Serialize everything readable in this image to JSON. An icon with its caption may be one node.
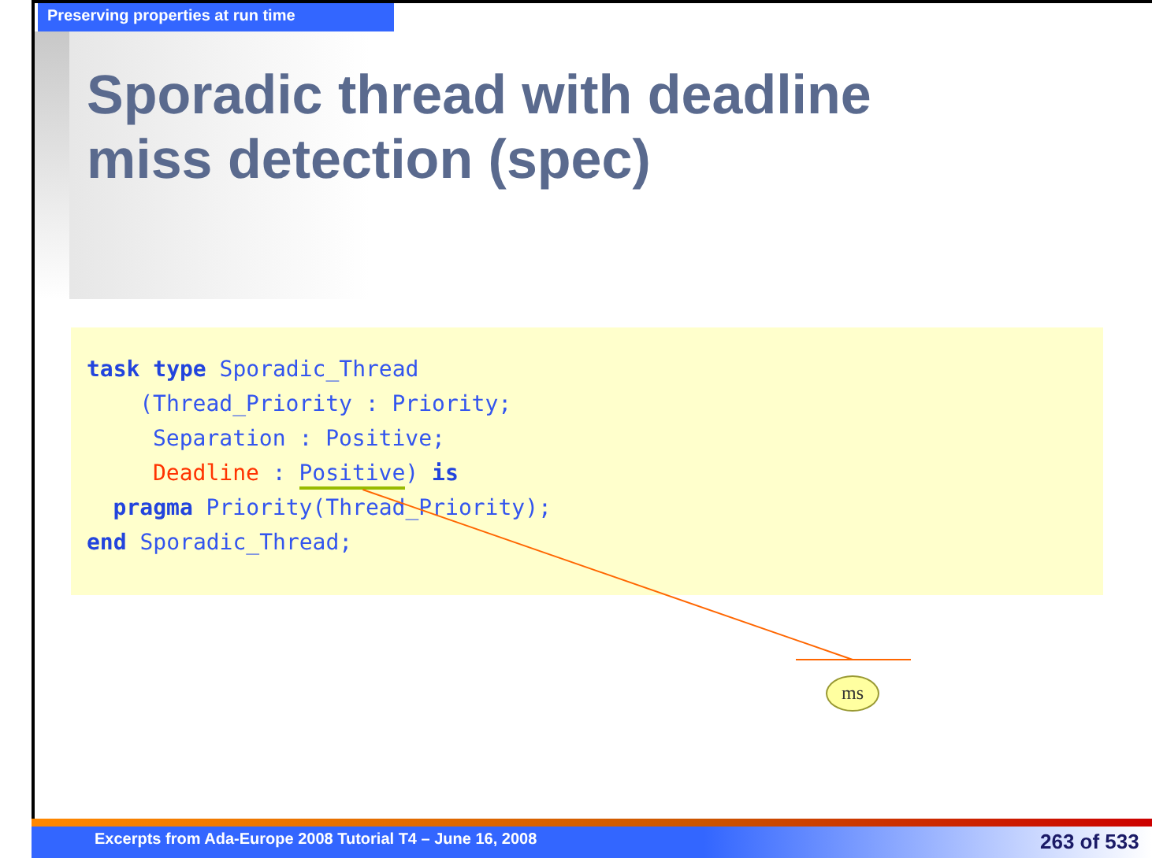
{
  "diagram": {
    "title": "Sporadic thread with deadline miss detection (spec)",
    "nodes": [
      {
        "text": [
          "**task type** Sporadic_Thread",
          "(Thread_Priority : Priority;",
          "Separation : Positive;",
          "Deadline : Positive) **is**",
          "**pragma** Priority(Thread_Priority);",
          "**end** Sporadic_Thread;"
        ]
      },
      {
        "text": [
          "ms"
        ]
      }
    ],
    "edges": [
      {
        "from": 1,
        "to": 0,
        "arrow": "none"
      }
    ],
    "labels": [
      "Preserving properties at run time",
      "Excerpts from Ada-Europe 2008 Tutorial T4 – June 16, 2008",
      "263 of 533"
    ]
  }
}
